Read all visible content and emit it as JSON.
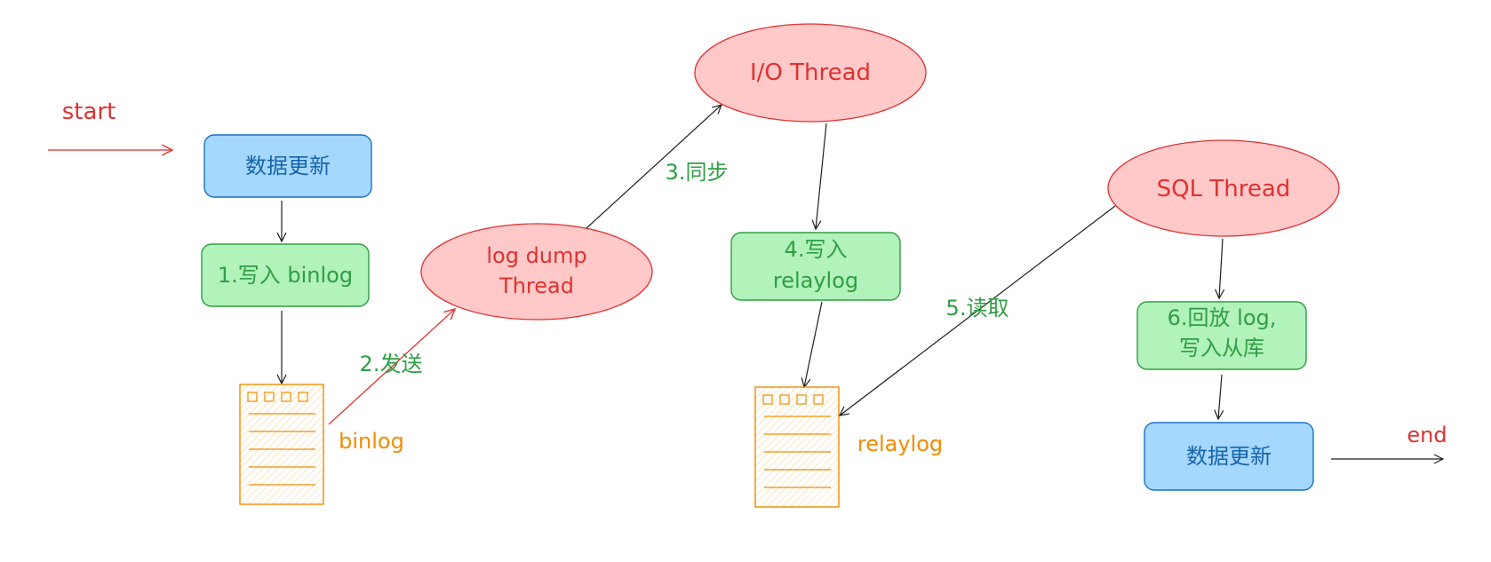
{
  "start_label": "start",
  "end_label": "end",
  "nodes": {
    "update_top": "数据更新",
    "write_binlog": "1.写入 binlog",
    "log_dump_line1": "log dump",
    "log_dump_line2": "Thread",
    "io_thread": "I/O Thread",
    "write_relaylog_line1": "4.写入",
    "write_relaylog_line2": "relaylog",
    "sql_thread": "SQL Thread",
    "replay_line1": "6.回放 log,",
    "replay_line2": "写入从库",
    "update_bottom": "数据更新"
  },
  "files": {
    "binlog": "binlog",
    "relaylog": "relaylog"
  },
  "edges": {
    "send": "2.发送",
    "sync": "3.同步",
    "read": "5.读取"
  },
  "colors": {
    "red_text": "#e03131",
    "green_text": "#2f9e44",
    "blue_fill": "#a5d8ff",
    "blue_stroke": "#1971c2",
    "blue_text": "#1864ab",
    "green_fill": "#b2f2bb",
    "green_stroke": "#2f9e44",
    "pink_fill": "#ffc9c9",
    "pink_stroke": "#e03131",
    "file_fill": "#fff3bf",
    "file_stroke": "#f08c00",
    "orange_text": "#f08c00",
    "arrow_dark": "#1e1e1e"
  }
}
